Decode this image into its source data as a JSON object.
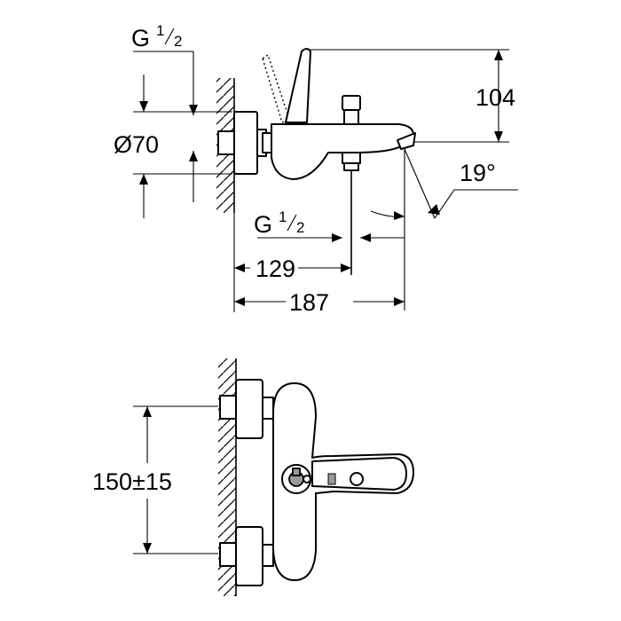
{
  "labels": {
    "g_thread_top": "G",
    "g_thread_top_num": "1",
    "g_thread_top_den": "2",
    "diameter": "Ø70",
    "height": "104",
    "angle": "19°",
    "g_thread_bottom": "G",
    "g_thread_bottom_num": "1",
    "g_thread_bottom_den": "2",
    "depth_inlet": "129",
    "depth_total": "187",
    "center_distance": "150±15"
  },
  "colors": {
    "line": "#000000",
    "fill_grey": "#9a9a9a",
    "background": "#ffffff"
  }
}
